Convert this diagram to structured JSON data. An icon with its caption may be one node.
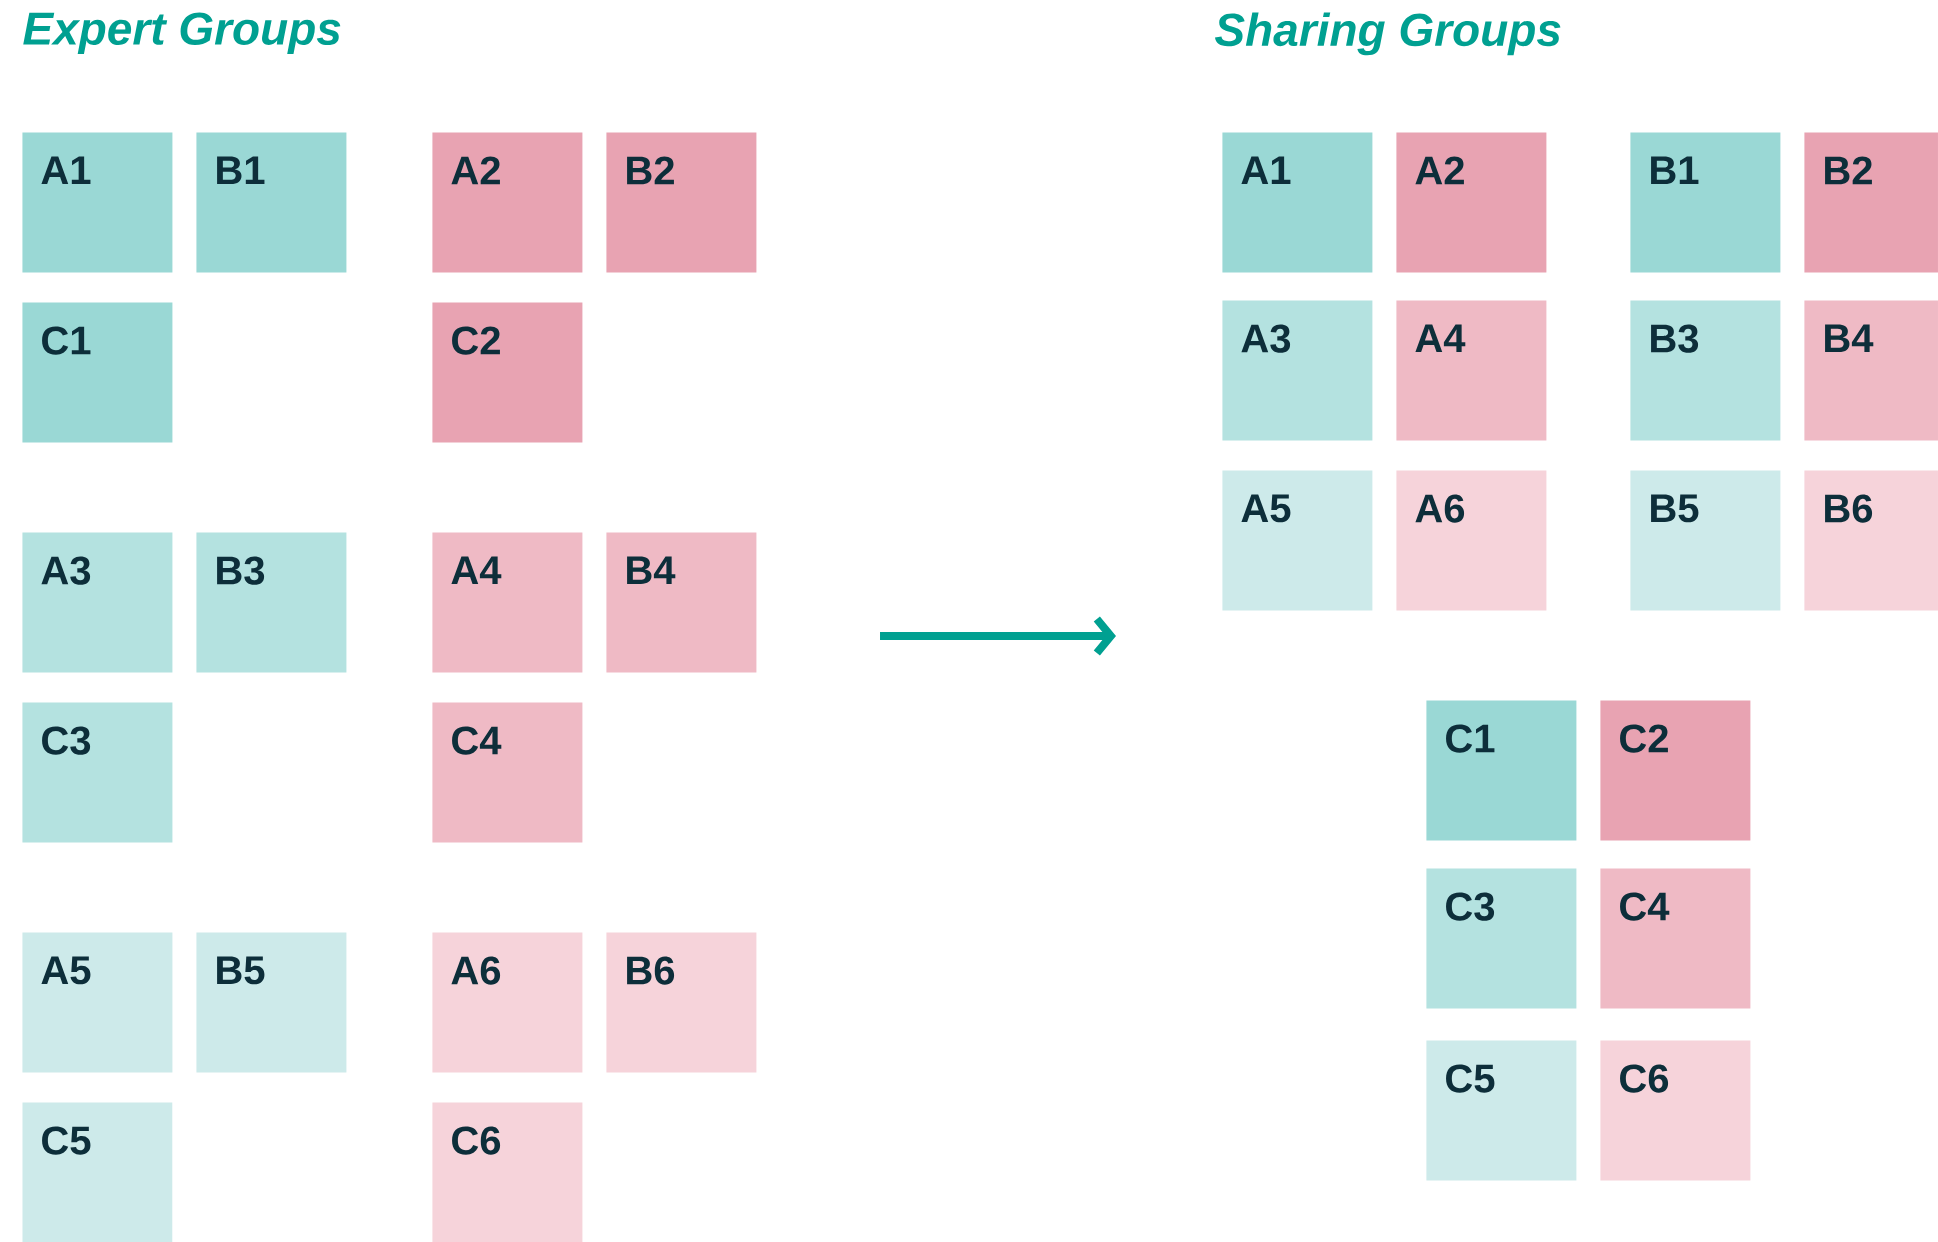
{
  "diagram": {
    "nodes": [
      {
        "text": [
          "A1"
        ]
      },
      {
        "text": [
          "B1"
        ]
      },
      {
        "text": [
          "A2"
        ]
      },
      {
        "text": [
          "B2"
        ]
      },
      {
        "text": [
          "C1"
        ]
      },
      {
        "text": [
          "C2"
        ]
      },
      {
        "text": [
          "A3"
        ]
      },
      {
        "text": [
          "B3"
        ]
      },
      {
        "text": [
          "A4"
        ]
      },
      {
        "text": [
          "B4"
        ]
      },
      {
        "text": [
          "C3"
        ]
      },
      {
        "text": [
          "C4"
        ]
      },
      {
        "text": [
          "A5"
        ]
      },
      {
        "text": [
          "B5"
        ]
      },
      {
        "text": [
          "A6"
        ]
      },
      {
        "text": [
          "B6"
        ]
      },
      {
        "text": [
          "C5"
        ]
      },
      {
        "text": [
          "C6"
        ]
      },
      {
        "text": [
          "A1"
        ]
      },
      {
        "text": [
          "A2"
        ]
      },
      {
        "text": [
          "B1"
        ]
      },
      {
        "text": [
          "B2"
        ]
      },
      {
        "text": [
          "A3"
        ]
      },
      {
        "text": [
          "A4"
        ]
      },
      {
        "text": [
          "B3"
        ]
      },
      {
        "text": [
          "B4"
        ]
      },
      {
        "text": [
          "A5"
        ]
      },
      {
        "text": [
          "A6"
        ]
      },
      {
        "text": [
          "B5"
        ]
      },
      {
        "text": [
          "B6"
        ]
      },
      {
        "text": [
          "C1"
        ]
      },
      {
        "text": [
          "C2"
        ]
      },
      {
        "text": [
          "C3"
        ]
      },
      {
        "text": [
          "C4"
        ]
      },
      {
        "text": [
          "C5"
        ]
      },
      {
        "text": [
          "C6"
        ]
      }
    ],
    "labels": [
      "Expert Groups",
      "Sharing Groups"
    ]
  }
}
